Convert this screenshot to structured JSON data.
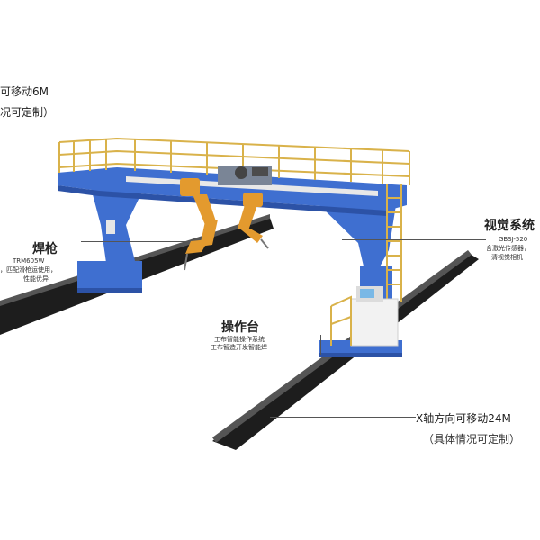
{
  "callouts": {
    "y_axis": {
      "line1": "可移动6M",
      "line2": "况可定制）"
    },
    "torch": {
      "title": "焊枪",
      "model": "TRM605W",
      "desc1": "，匹配滑枪运使用，",
      "desc2": "性能优异"
    },
    "vision": {
      "title": "视觉系统",
      "model": "GBSJ-520",
      "desc1": "含激光传感器，",
      "desc2": "清视觉相机"
    },
    "console": {
      "title": "操作台",
      "desc1": "工布智能操作系统",
      "desc2": "工布智造开发智能焊"
    },
    "x_axis": {
      "line1": "X轴方向可移动24M",
      "line2": "（具体情况可定制）"
    }
  },
  "colors": {
    "frame_blue": "#3f6fd0",
    "frame_blue_dark": "#2c52a6",
    "railing_yellow": "#d9b24a",
    "rail_black": "#1d1d1d",
    "robot_orange": "#e39a2e",
    "console_white": "#f2f2f2"
  }
}
